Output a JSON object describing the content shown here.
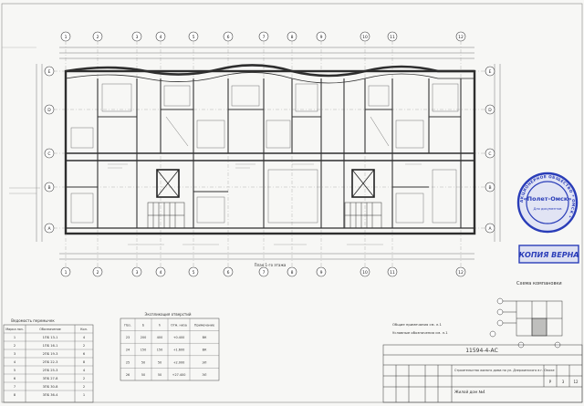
{
  "axes": {
    "top": [
      "1",
      "2",
      "3",
      "4",
      "5",
      "6",
      "7",
      "8",
      "9",
      "10",
      "11",
      "12"
    ],
    "bottom": [
      "1",
      "2",
      "3",
      "4",
      "5",
      "6",
      "7",
      "8",
      "9",
      "10",
      "11",
      "12"
    ],
    "left": [
      "E",
      "D",
      "C",
      "B",
      "A"
    ],
    "right": [
      "E",
      "D",
      "C",
      "B",
      "A"
    ]
  },
  "tables": {
    "walls": {
      "title": "Ведомость перемычек",
      "header": [
        "Марка поз.",
        "Обозначение",
        "Кол."
      ],
      "rows": [
        [
          "1",
          "1ПБ 13-1",
          "4"
        ],
        [
          "2",
          "1ПБ 16-1",
          "2"
        ],
        [
          "3",
          "2ПБ 19-3",
          "6"
        ],
        [
          "4",
          "2ПБ 22-3",
          "8"
        ],
        [
          "5",
          "2ПБ 25-3",
          "4"
        ],
        [
          "6",
          "3ПБ 27-8",
          "2"
        ],
        [
          "7",
          "3ПБ 30-8",
          "2"
        ],
        [
          "8",
          "3ПБ 36-4",
          "1"
        ]
      ]
    },
    "openings": {
      "title": "Экспликация отверстий",
      "header": [
        "Поз.",
        "b",
        "h",
        "Отм. низа",
        "Примечание"
      ],
      "rows": [
        [
          "23",
          "200",
          "400",
          "+0.400",
          "ВК"
        ],
        [
          "24",
          "150",
          "150",
          "+1.600",
          "ВК"
        ],
        [
          "25",
          "50",
          "50",
          "+2.000",
          "ЭЛ"
        ],
        [
          "26",
          "50",
          "50",
          "+27.400",
          "ЭЛ"
        ]
      ]
    }
  },
  "notes": {
    "general": "Общие примечания см. л.1",
    "symbols": "Условные обозначения см. л.1",
    "scheme": "Схема компановки",
    "plan_label": "План 1-го этажа"
  },
  "title_block": {
    "code": "11594-4-АС",
    "description": "Строительство жилого дома по ул. Дзержинского в г. Омске",
    "sheet_title": "Жилой дом №4",
    "stage": "Р",
    "sheet": "3",
    "sheets": "12"
  },
  "stamp": {
    "org_name": "«Полет-Омск»",
    "ring_text": "АКЦИОНЕРНОЕ ОБЩЕСТВО * ОМСК *",
    "sub": "Для документов",
    "copy_label": "КОПИЯ ВЕРНА",
    "color": "#2a3db8"
  },
  "colors": {
    "line": "#3a3a3a",
    "paper": "#f7f7f5",
    "stamp": "#2a3db8"
  }
}
